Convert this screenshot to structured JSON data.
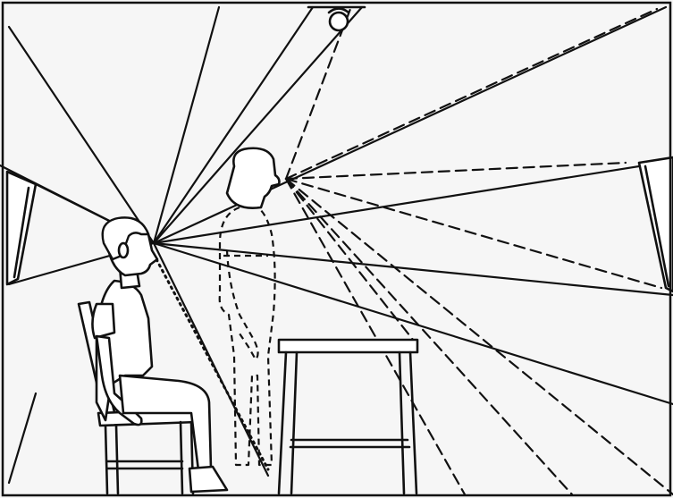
{
  "figure": {
    "depicts": [
      "seated-person",
      "standing-person",
      "chair",
      "stool",
      "wall-mirror-left",
      "wall-mirror-right",
      "ceiling-lamp",
      "sight-lines"
    ]
  },
  "colors": {
    "ink": "#111111",
    "paper": "#f6f6f6"
  }
}
